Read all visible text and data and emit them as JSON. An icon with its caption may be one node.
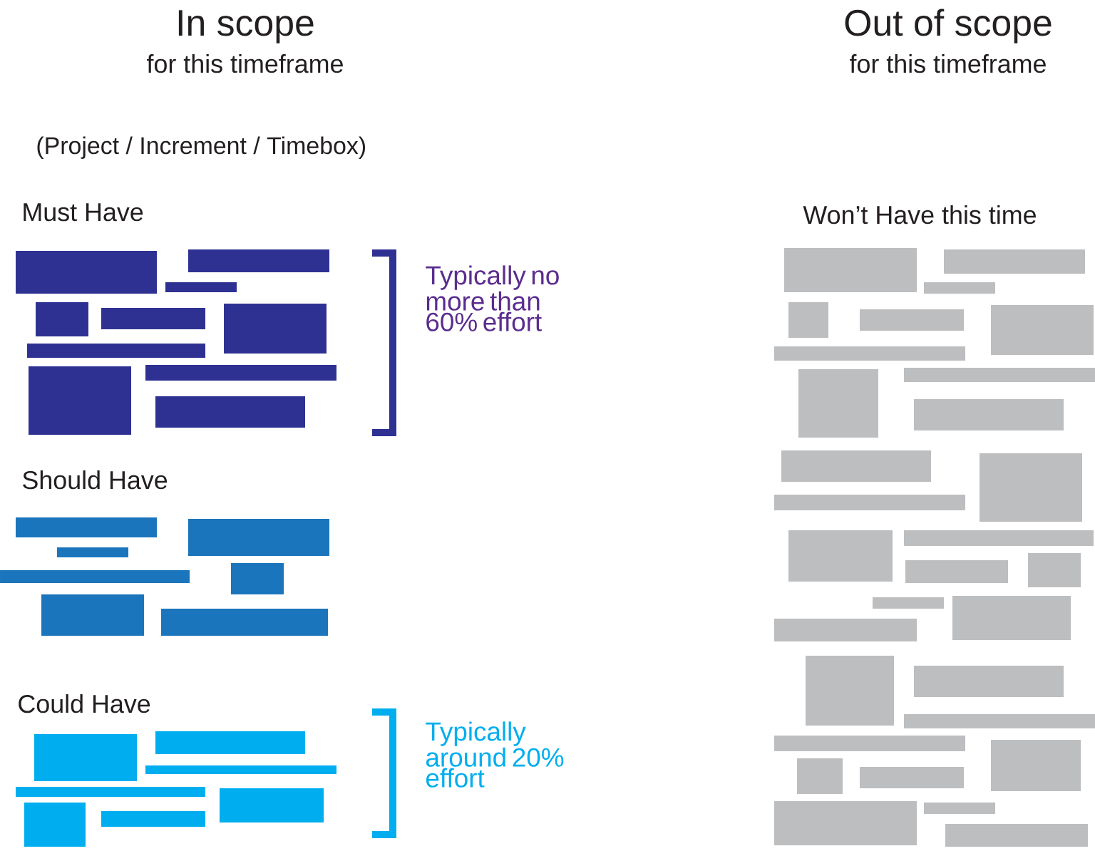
{
  "diagram": {
    "labels": [
      "In scope",
      "for this timeframe",
      "Out of scope",
      "for this timeframe",
      "(Project / Increment / Timebox)",
      "Must Have",
      "Typically no more than 60% effort",
      "Should Have",
      "Could Have",
      "Typically around 20% effort",
      "Won’t Have this time"
    ]
  }
}
